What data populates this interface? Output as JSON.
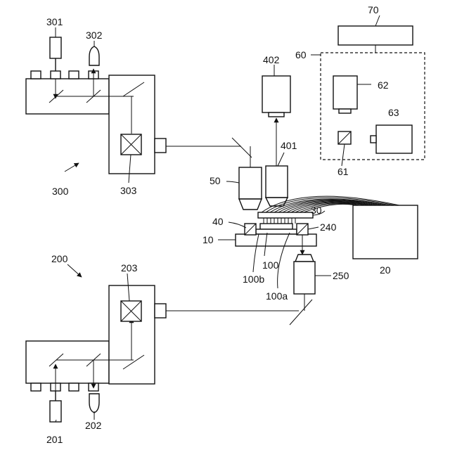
{
  "labels": {
    "l301": "301",
    "l302": "302",
    "l300": "300",
    "l303": "303",
    "l402": "402",
    "l401": "401",
    "l50": "50",
    "l30": "30",
    "l40": "40",
    "l240": "240",
    "l10": "10",
    "l100": "100",
    "l100b": "100b",
    "l100a": "100a",
    "l250": "250",
    "l20": "20",
    "l70": "70",
    "l60": "60",
    "l62": "62",
    "l63": "63",
    "l61": "61",
    "l200": "200",
    "l203": "203",
    "l201": "201",
    "l202": "202"
  }
}
